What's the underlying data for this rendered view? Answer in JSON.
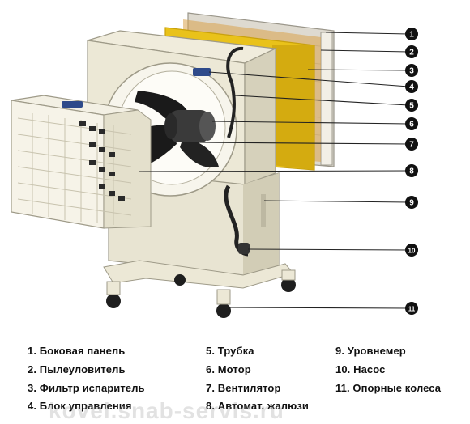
{
  "callouts": [
    "1",
    "2",
    "3",
    "4",
    "5",
    "6",
    "7",
    "8",
    "9",
    "10",
    "11"
  ],
  "legend": [
    "1. Боковая панель",
    "2. Пылеуловитель",
    "3. Фильтр испаритель",
    "4.  Блок управления",
    "5. Трубка",
    "6.  Мотор",
    "7.  Вентилятор",
    "8. Автомат. жалюзи",
    "9.  Уровнемер",
    "10. Насос",
    "11. Опорные колеса"
  ],
  "watermark": "kovel.snab-servis.ru",
  "colors": {
    "body": "#ece8d6",
    "body_shade": "#d6d1bb",
    "filter": "#e9c21a",
    "filter_dark": "#c9a10c",
    "fan": "#1a1a1a",
    "callout_dot": "#111111",
    "leader": "#222222"
  }
}
